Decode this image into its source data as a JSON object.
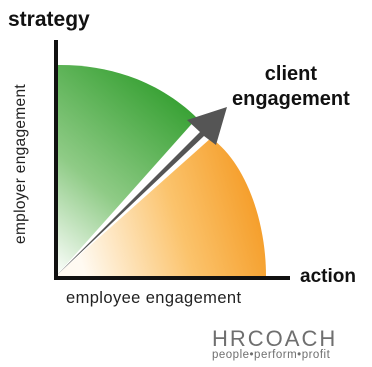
{
  "diagram": {
    "top_label": "strategy",
    "right_label": "action",
    "arrow_label": [
      "client",
      "engagement"
    ],
    "y_axis_label": "employer engagement",
    "x_axis_label": "employee engagement",
    "colors": {
      "green": "#43a83b",
      "orange": "#f39a1b",
      "arrow": "#555555",
      "axis": "#111111"
    }
  },
  "brand": {
    "name": "HRCOACH",
    "tagline": "people•perform•profit"
  }
}
